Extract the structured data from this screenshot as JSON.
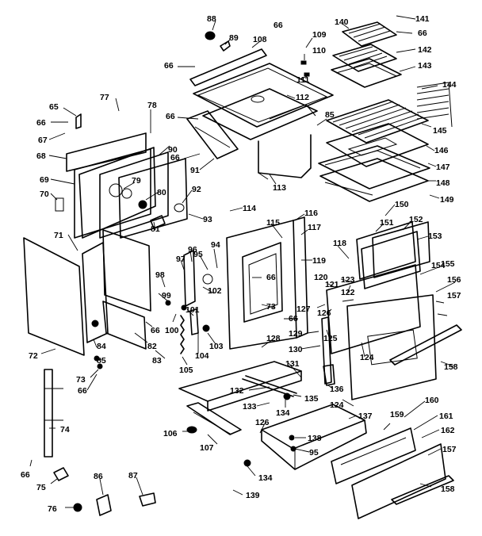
{
  "callouts": [
    {
      "id": "c88",
      "text": "88"
    },
    {
      "id": "c89",
      "text": "89"
    },
    {
      "id": "c66a",
      "text": "66"
    },
    {
      "id": "c108",
      "text": "108"
    },
    {
      "id": "c109",
      "text": "109"
    },
    {
      "id": "c110",
      "text": "110"
    },
    {
      "id": "c111",
      "text": "111"
    },
    {
      "id": "c112",
      "text": "112"
    },
    {
      "id": "c140",
      "text": "140"
    },
    {
      "id": "c141",
      "text": "141"
    },
    {
      "id": "c66b",
      "text": "66"
    },
    {
      "id": "c142",
      "text": "142"
    },
    {
      "id": "c143",
      "text": "143"
    },
    {
      "id": "c144",
      "text": "144"
    },
    {
      "id": "c145",
      "text": "145"
    },
    {
      "id": "c146",
      "text": "146"
    },
    {
      "id": "c147",
      "text": "147"
    },
    {
      "id": "c148",
      "text": "148"
    },
    {
      "id": "c149",
      "text": "149"
    },
    {
      "id": "c66c",
      "text": "66"
    },
    {
      "id": "c65",
      "text": "65"
    },
    {
      "id": "c77",
      "text": "77"
    },
    {
      "id": "c78",
      "text": "78"
    },
    {
      "id": "c66d",
      "text": "66"
    },
    {
      "id": "c67",
      "text": "67"
    },
    {
      "id": "c66e",
      "text": "66"
    },
    {
      "id": "c68",
      "text": "68"
    },
    {
      "id": "c90",
      "text": "90"
    },
    {
      "id": "c69",
      "text": "69"
    },
    {
      "id": "c79",
      "text": "79"
    },
    {
      "id": "c70",
      "text": "70"
    },
    {
      "id": "c80",
      "text": "80"
    },
    {
      "id": "c92",
      "text": "92"
    },
    {
      "id": "c81",
      "text": "81"
    },
    {
      "id": "c93",
      "text": "93"
    },
    {
      "id": "c66f",
      "text": "66"
    },
    {
      "id": "c91",
      "text": "91"
    },
    {
      "id": "c85a",
      "text": "85"
    },
    {
      "id": "c113",
      "text": "113"
    },
    {
      "id": "c114",
      "text": "114"
    },
    {
      "id": "c115",
      "text": "115"
    },
    {
      "id": "c116",
      "text": "116"
    },
    {
      "id": "c117",
      "text": "117"
    },
    {
      "id": "c118",
      "text": "118"
    },
    {
      "id": "c119",
      "text": "119"
    },
    {
      "id": "c150",
      "text": "150"
    },
    {
      "id": "c151",
      "text": "151"
    },
    {
      "id": "c152",
      "text": "152"
    },
    {
      "id": "c153",
      "text": "153"
    },
    {
      "id": "c71",
      "text": "71"
    },
    {
      "id": "c94",
      "text": "94"
    },
    {
      "id": "c95a",
      "text": "95"
    },
    {
      "id": "c96",
      "text": "96"
    },
    {
      "id": "c97",
      "text": "97"
    },
    {
      "id": "c98",
      "text": "98"
    },
    {
      "id": "c66g",
      "text": "66"
    },
    {
      "id": "c120",
      "text": "120"
    },
    {
      "id": "c121",
      "text": "121"
    },
    {
      "id": "c122",
      "text": "122"
    },
    {
      "id": "c123",
      "text": "123"
    },
    {
      "id": "c154",
      "text": "154"
    },
    {
      "id": "c155",
      "text": "155"
    },
    {
      "id": "c156",
      "text": "156"
    },
    {
      "id": "c157a",
      "text": "157"
    },
    {
      "id": "c102",
      "text": "102"
    },
    {
      "id": "c73a",
      "text": "73"
    },
    {
      "id": "c127",
      "text": "127"
    },
    {
      "id": "c126a",
      "text": "126"
    },
    {
      "id": "c99",
      "text": "99"
    },
    {
      "id": "c100",
      "text": "100"
    },
    {
      "id": "c101",
      "text": "101"
    },
    {
      "id": "c66h",
      "text": "66"
    },
    {
      "id": "c125",
      "text": "125"
    },
    {
      "id": "c84",
      "text": "84"
    },
    {
      "id": "c82",
      "text": "82"
    },
    {
      "id": "c66i",
      "text": "66"
    },
    {
      "id": "c103",
      "text": "103"
    },
    {
      "id": "c104",
      "text": "104"
    },
    {
      "id": "c124a",
      "text": "124"
    },
    {
      "id": "c72",
      "text": "72"
    },
    {
      "id": "c85b",
      "text": "85"
    },
    {
      "id": "c83",
      "text": "83"
    },
    {
      "id": "c128",
      "text": "128"
    },
    {
      "id": "c129",
      "text": "129"
    },
    {
      "id": "c130",
      "text": "130"
    },
    {
      "id": "c105",
      "text": "105"
    },
    {
      "id": "c131",
      "text": "131"
    },
    {
      "id": "c158a",
      "text": "158"
    },
    {
      "id": "c73b",
      "text": "73"
    },
    {
      "id": "c66j",
      "text": "66"
    },
    {
      "id": "c132",
      "text": "132"
    },
    {
      "id": "c136",
      "text": "136"
    },
    {
      "id": "c135",
      "text": "135"
    },
    {
      "id": "c133",
      "text": "133"
    },
    {
      "id": "c134a",
      "text": "134"
    },
    {
      "id": "c124b",
      "text": "124"
    },
    {
      "id": "c137",
      "text": "137"
    },
    {
      "id": "c160",
      "text": "160"
    },
    {
      "id": "c159",
      "text": "159"
    },
    {
      "id": "c161",
      "text": "161"
    },
    {
      "id": "c74",
      "text": "74"
    },
    {
      "id": "c106",
      "text": "106"
    },
    {
      "id": "c126b",
      "text": "126"
    },
    {
      "id": "c138",
      "text": "138"
    },
    {
      "id": "c162",
      "text": "162"
    },
    {
      "id": "c107",
      "text": "107"
    },
    {
      "id": "c95b",
      "text": "95"
    },
    {
      "id": "c157b",
      "text": "157"
    },
    {
      "id": "c66k",
      "text": "66"
    },
    {
      "id": "c134b",
      "text": "134"
    },
    {
      "id": "c75",
      "text": "75"
    },
    {
      "id": "c86",
      "text": "86"
    },
    {
      "id": "c87",
      "text": "87"
    },
    {
      "id": "c139",
      "text": "139"
    },
    {
      "id": "c158b",
      "text": "158"
    },
    {
      "id": "c76",
      "text": "76"
    }
  ]
}
